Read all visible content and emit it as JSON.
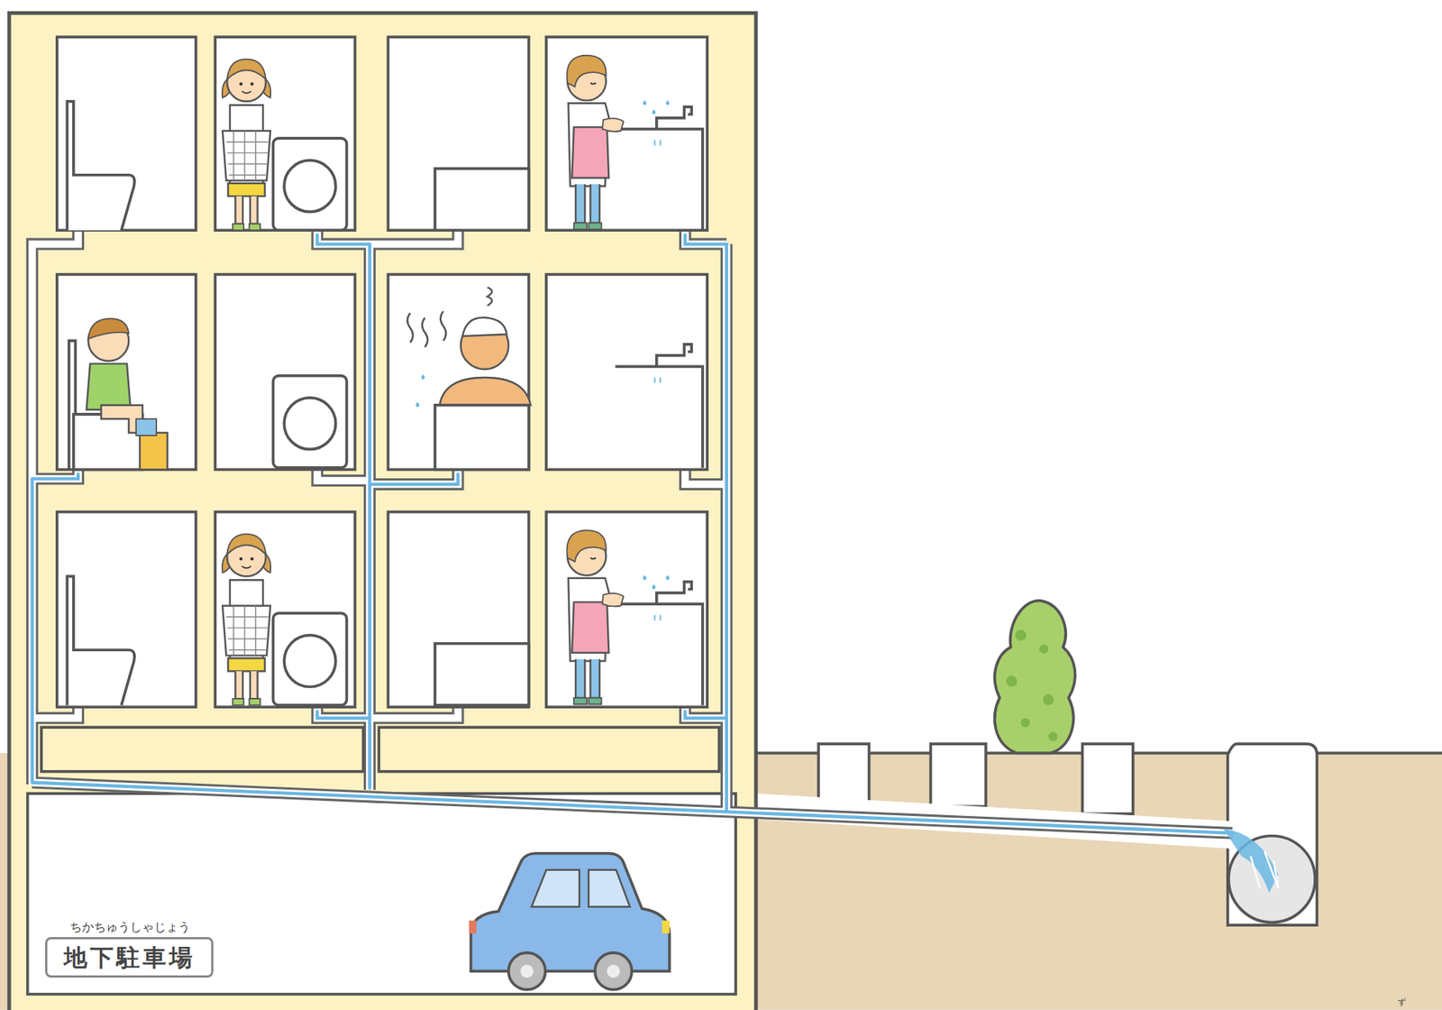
{
  "diagram": {
    "nodes": [
      {
        "text": [
          "地下駐車場"
        ]
      }
    ],
    "labels": [
      "ちかちゅうしゃじょう",
      "ず"
    ]
  }
}
